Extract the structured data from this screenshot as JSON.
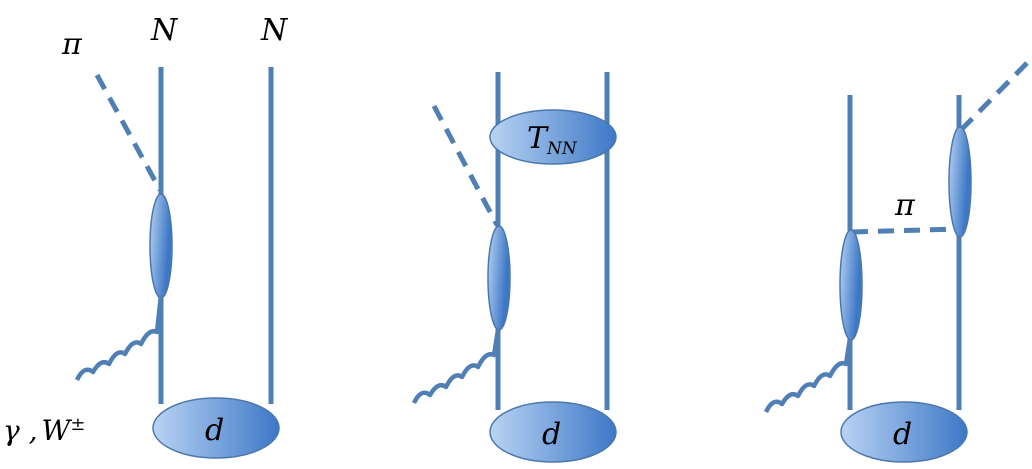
{
  "labels": {
    "pion": "π",
    "nucleon": "N",
    "deuteron": "d",
    "nn_scattering_main": "T",
    "nn_scattering_sub": "NN",
    "probe_gamma": "γ ,",
    "probe_w": "W",
    "probe_w_charge": "±"
  },
  "colors": {
    "line": "#4f7fb5",
    "blob_light": "#b9d3f3",
    "blob_dark": "#3d78c6"
  }
}
